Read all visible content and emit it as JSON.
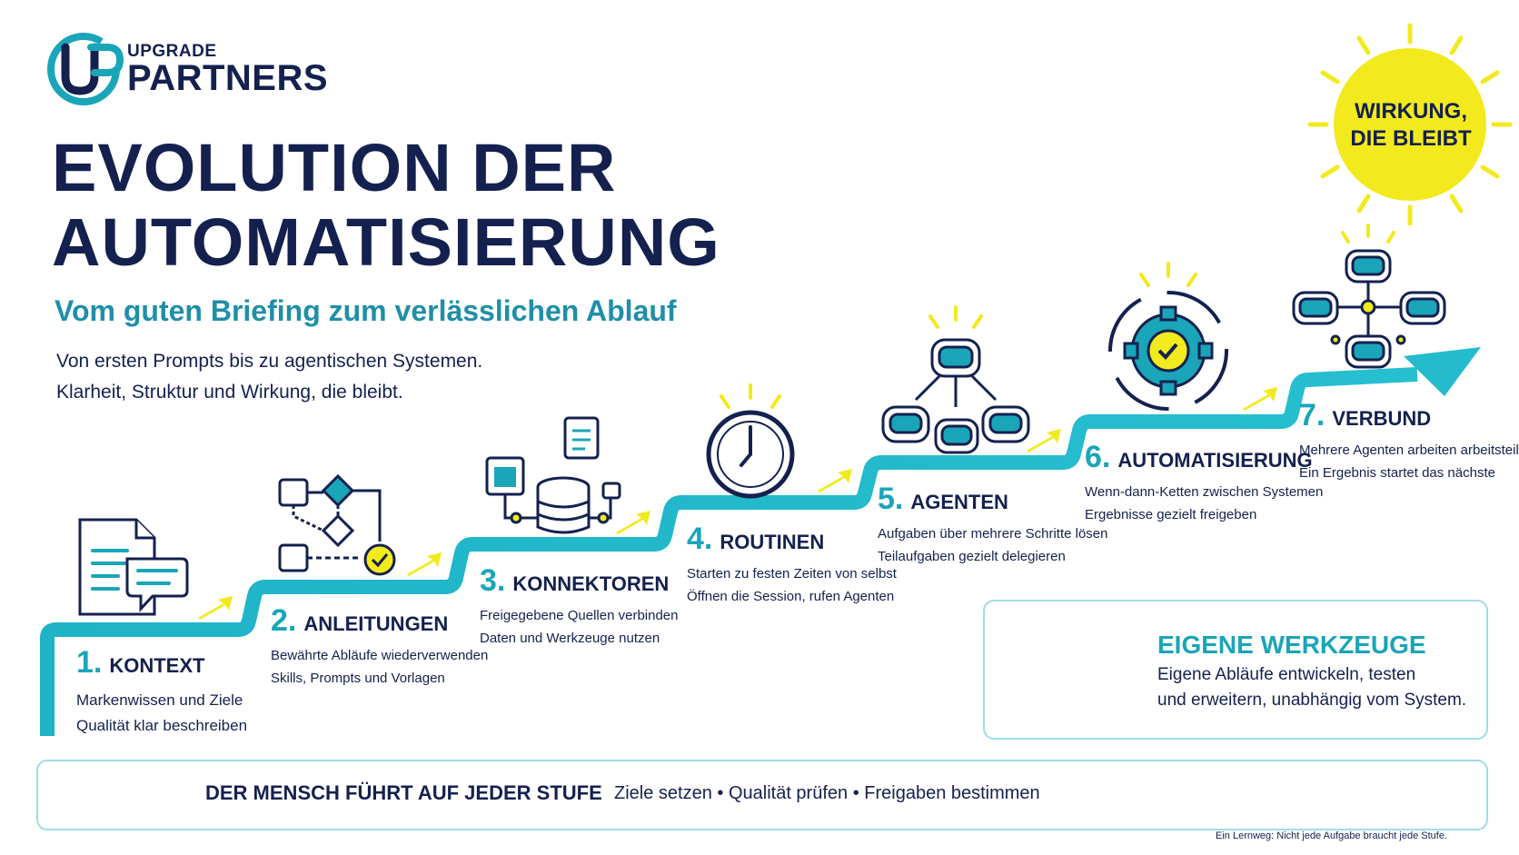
{
  "logo": {
    "line1": "UPGRADE",
    "line2": "PARTNERS",
    "mark": "UP"
  },
  "title": {
    "line1": "EVOLUTION DER",
    "line2": "AUTOMATISIERUNG"
  },
  "subtitle": "Vom guten Briefing zum verlässlichen Ablauf",
  "intro": {
    "line1": "Von ersten Prompts bis zu agentischen Systemen.",
    "line2": "Klarheit, Struktur und Wirkung, die bleibt."
  },
  "sun": {
    "line1": "WIRKUNG,",
    "line2": "DIE BLEIBT"
  },
  "steps": [
    {
      "num": "1.",
      "title": "KONTEXT",
      "line1": "Markenwissen und Ziele",
      "line2": "Qualität klar beschreiben",
      "icon": "document-chat-icon"
    },
    {
      "num": "2.",
      "title": "ANLEITUNGEN",
      "line1": "Bewährte Abläufe wiederverwenden",
      "line2": "Skills, Prompts und Vorlagen",
      "icon": "flowchart-icon"
    },
    {
      "num": "3.",
      "title": "KONNEKTOREN",
      "line1": "Freigegebene Quellen verbinden",
      "line2": "Daten und Werkzeuge nutzen",
      "icon": "database-connector-icon"
    },
    {
      "num": "4.",
      "title": "ROUTINEN",
      "line1": "Starten zu festen Zeiten von selbst",
      "line2": "Öffnen die Session, rufen Agenten",
      "icon": "clock-icon"
    },
    {
      "num": "5.",
      "title": "AGENTEN",
      "line1": "Aufgaben über mehrere Schritte lösen",
      "line2": "Teilaufgaben gezielt delegieren",
      "icon": "robot-hierarchy-icon"
    },
    {
      "num": "6.",
      "title": "AUTOMATISIERUNG",
      "line1": "Wenn-dann-Ketten zwischen Systemen",
      "line2": "Ergebnisse gezielt freigeben",
      "icon": "gear-cycle-icon"
    },
    {
      "num": "7.",
      "title": "VERBUND",
      "line1": "Mehrere Agenten arbeiten arbeitsteilig",
      "line2": "Ein Ergebnis startet das nächste",
      "icon": "robot-network-icon"
    }
  ],
  "tools": {
    "title": "EIGENE WERKZEUGE",
    "line1": "Eigene Abläufe entwickeln, testen",
    "line2": "und erweitern, unabhängig vom System.",
    "icon": "tools-wrench-icon"
  },
  "human": {
    "title": "DER MENSCH FÜHRT AUF JEDER STUFE",
    "rules": "Ziele setzen • Qualität prüfen • Freigaben bestimmen",
    "icon": "person-icon"
  },
  "footnote": "Ein Lernweg: Nicht jede Aufgabe braucht jede Stufe.",
  "colors": {
    "navy": "#14214f",
    "teal": "#1aa5b8",
    "accent_yellow": "#f2ea1c",
    "light_teal": "#9fdde4"
  }
}
